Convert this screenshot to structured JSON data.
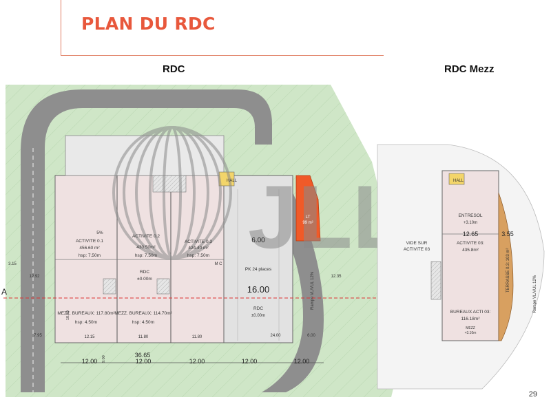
{
  "header": {
    "title": "PLAN DU RDC"
  },
  "plans": {
    "rdc_label": "RDC",
    "mezz_label": "RDC Mezz"
  },
  "brand": {
    "watermark": "JLL",
    "registered": "®",
    "color": "#8a8a8a"
  },
  "colors": {
    "accent": "#e8583c",
    "lawn": "#cfe6c7",
    "road": "#8e8e8e",
    "unit_fill": "#efe1e1",
    "lt_fill": "#f05a28",
    "terrace": "#d8a060"
  },
  "rdc": {
    "activities": [
      {
        "pct": "5%",
        "name": "ACTIVITE 0.1",
        "area": "456.60 m²",
        "hsp": "hsp: 7.50m"
      },
      {
        "pct": "",
        "name": "ACTIVITE 0.2",
        "area": "430.50m²",
        "hsp": "hsp: 7.50m"
      },
      {
        "pct": "",
        "name": "ACTIVITE 0.3",
        "area": "424.40 m²",
        "hsp": "hsp: 7.50m"
      }
    ],
    "rdc_level": {
      "label": "RDC",
      "value": "±0.00m"
    },
    "mezz": [
      {
        "label": "MEZZ. BUREAUX: 117.80m²",
        "hsp": "hsp: 4.50m"
      },
      {
        "label": "MEZZ. BUREAUX: 114.70m²",
        "hsp": "hsp: 4.50m"
      }
    ],
    "lt": {
      "label": "LT",
      "area": "99 m²"
    },
    "hall": "HALL",
    "parking": {
      "label": "PK 24 places",
      "width": "16.00",
      "rdc": "RDC",
      "rdc_value": "±0.00m"
    },
    "mc": "M C",
    "ramp": "Rampe VL/VUL 12%",
    "dims": {
      "d600": "6.00",
      "d1292": "12.92",
      "d1235": "12.35",
      "d315": "3.15",
      "d795": "7.95",
      "d1215": "12.15",
      "d1180a": "11.80",
      "d1180b": "11.80",
      "d2400": "24.00",
      "d600b": "6.00",
      "d3665": "36.65",
      "d1050": "10.50",
      "d900": "9.00",
      "bottom": [
        "12.00",
        "12.00",
        "12.00",
        "12.00",
        "12.00"
      ]
    },
    "section": "A"
  },
  "mezz": {
    "hall": "HALL",
    "entresol": {
      "label": "ENTRESOL",
      "value": "+3.10m"
    },
    "dims": {
      "d1265": "12.65",
      "d355": "3.55"
    },
    "activite": {
      "label": "ACTIVITE 03:",
      "area": "435.8m²"
    },
    "vide": {
      "line1": "VIDE SUR",
      "line2": "ACTIVITE 03"
    },
    "terrasse": "TERRASSE 0.3: 103 m²",
    "bureaux": {
      "label": "BUREAUX ACTI 03:",
      "area": "116.18m²"
    },
    "mezz_small": {
      "line1": "MEZZ",
      "line2": "+3.10m"
    },
    "ramp": "Rampe VL/VUL 12%"
  },
  "footer": {
    "page": "29"
  }
}
